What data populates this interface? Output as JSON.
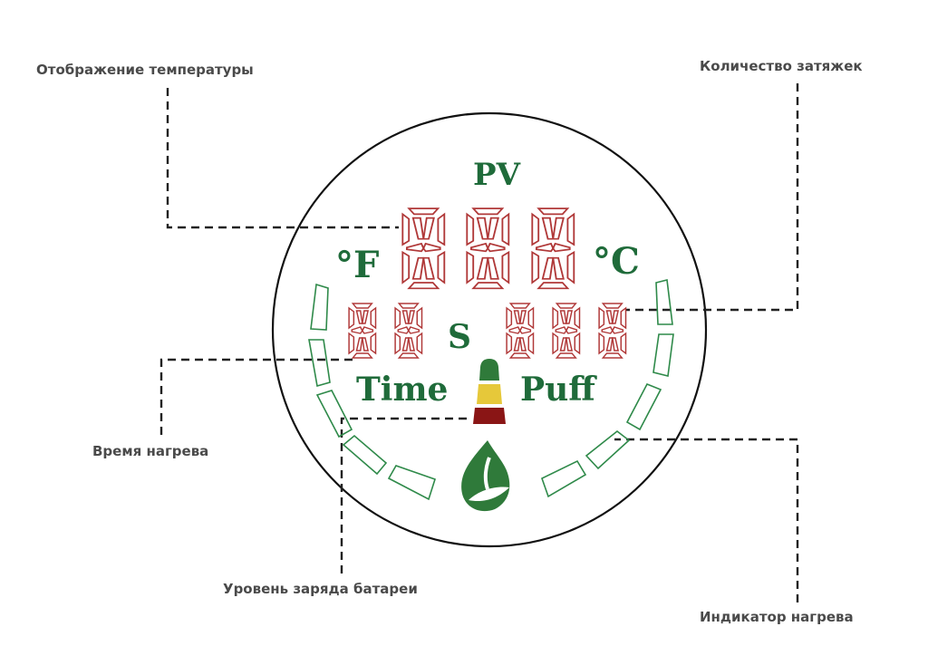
{
  "callouts": {
    "temperature_display": "Отображение температуры",
    "puff_count": "Количество затяжек",
    "heating_time": "Время нагрева",
    "battery_level": "Уровень заряда батареи",
    "heating_indicator": "Индикатор нагрева"
  },
  "display": {
    "pv": "PV",
    "fahrenheit": "°F",
    "celsius": "°C",
    "seconds": "S",
    "time": "Time",
    "puff": "Puff"
  },
  "colors": {
    "segment": "#b03838",
    "green_text": "#1f6b3a",
    "heat_segment": "#2f8a4a",
    "battery_green": "#2f7a3a",
    "battery_yellow": "#e6c83a",
    "battery_red": "#8a1515",
    "leader": "#222222",
    "callout_text": "#4a4a4a"
  },
  "icons": {
    "leaf": "leaf-drop-logo-icon",
    "battery": "battery-level-icon"
  }
}
